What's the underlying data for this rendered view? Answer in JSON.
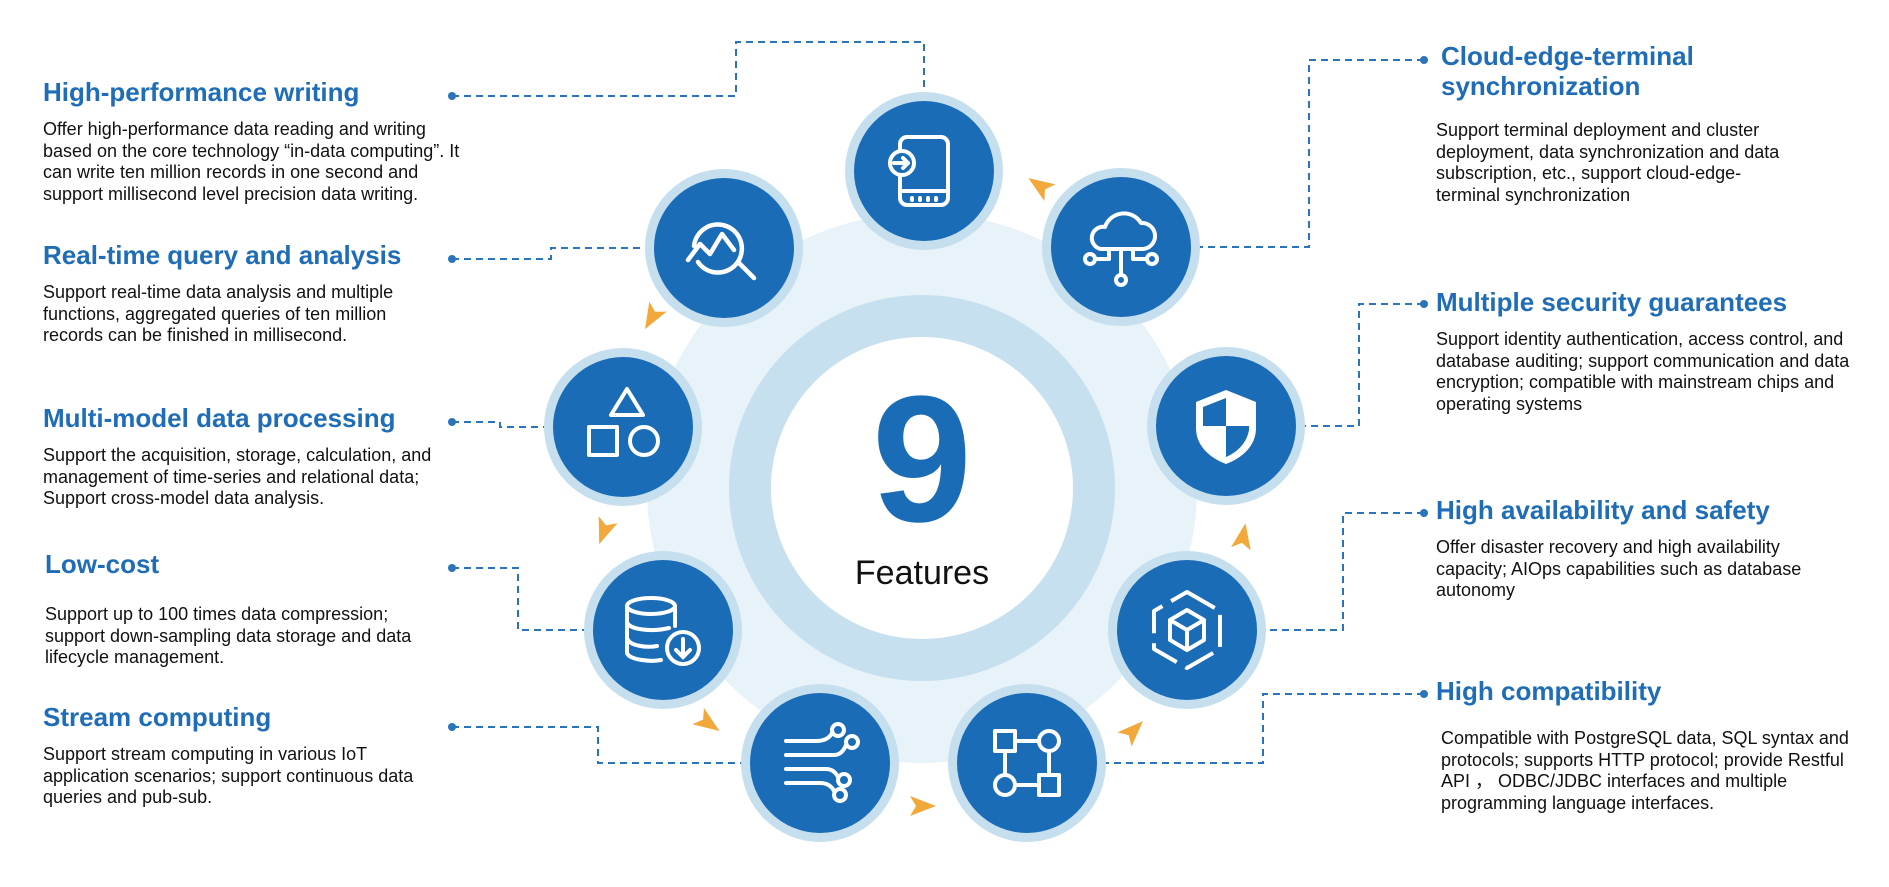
{
  "hub": {
    "number": "9",
    "label": "Features"
  },
  "colors": {
    "primary": "#1b6cb7",
    "heading": "#1f6db6",
    "ring_light": "#e8f2f9",
    "ring_mid": "#c5dfee",
    "arrow": "#f3a83b",
    "connector": "#2a74bb"
  },
  "features_left": [
    {
      "title": "High-performance writing",
      "description": "Offer high-performance data reading and writing based on the core technology “in-data computing”. It can write ten million records in one second and support millisecond level precision data writing.",
      "icon": "storage-drive-import-icon"
    },
    {
      "title": "Real-time query and analysis",
      "description": "Support real-time data analysis and multiple functions, aggregated queries of ten million records can be finished in millisecond.",
      "icon": "analytics-search-icon"
    },
    {
      "title": "Multi-model data processing",
      "description": "Support the acquisition, storage, calculation, and management of time-series and relational data; Support cross-model data analysis.",
      "icon": "shapes-icon"
    },
    {
      "title": "Low-cost",
      "description": "Support up to 100 times data compression; support down-sampling data storage and data lifecycle management.",
      "icon": "database-download-icon"
    },
    {
      "title": "Stream computing",
      "description": "Support stream computing in various IoT application scenarios; support continuous data queries and pub-sub.",
      "icon": "data-stream-icon"
    }
  ],
  "features_right": [
    {
      "title": "Cloud-edge-terminal synchronization",
      "description": "Support terminal deployment and cluster deployment, data synchronization and data subscription, etc., support cloud-edge-terminal synchronization",
      "icon": "cloud-network-icon"
    },
    {
      "title": "Multiple security guarantees",
      "description": "Support identity authentication, access control, and database auditing; support communication and data encryption; compatible with mainstream chips and operating systems",
      "icon": "shield-icon"
    },
    {
      "title": "High availability and safety",
      "description": "Offer disaster recovery and high availability capacity; AIOps capabilities such as database autonomy",
      "icon": "hexagon-cube-icon"
    },
    {
      "title": "High compatibility",
      "description": "Compatible with PostgreSQL data, SQL syntax and protocols; supports HTTP protocol; provide Restful API ， ODBC/JDBC interfaces and multiple programming language interfaces.",
      "icon": "flowchart-icon"
    }
  ]
}
